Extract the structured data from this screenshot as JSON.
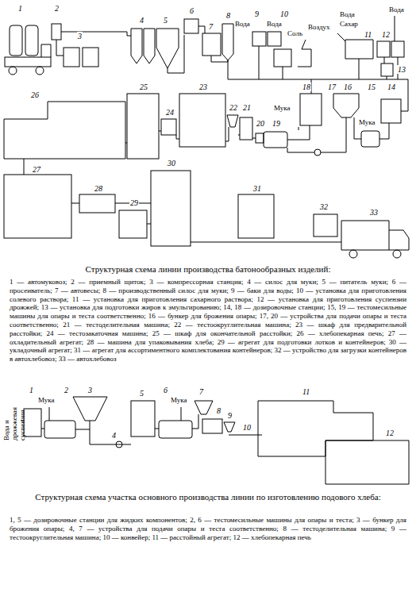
{
  "diagram": {
    "labels": [
      "1",
      "2",
      "3",
      "4",
      "5",
      "6",
      "7",
      "8",
      "Вода",
      "9",
      "Вода",
      "10",
      "Соль",
      "Воздух",
      "Вода",
      "Сахар",
      "11",
      "12",
      "Вода",
      "13",
      "26",
      "25",
      "24",
      "23",
      "22",
      "21",
      "20",
      "19",
      "Мука",
      "18",
      "17",
      "16",
      "15",
      "Мука",
      "14",
      "27",
      "28",
      "29",
      "30",
      "31",
      "32",
      "33",
      "Структурная схема линии производства батонообразных изделий:",
      "1 — автомуковоз; 2 — приемный щиток; 3 — компрессорная станция; 4 — силос для муки; 5 — питатель муки; 6 — просеиватель; 7 — автовесы; 8 — производственный силос для муки; 9 — баки для воды; 10 — установка для приготовления солевого раствора; 11 — установка для приготовления сахарного раствора; 12 — установка для приготовления суспензии дрожжей; 13 — установка для подготовки жиров к эмульгированию; 14, 18 — дозировочные станции; 15, 19 — тестомесильные машины для опары и теста соответственно; 16 — бункер для брожения опары; 17, 20 — устройства для подачи опары и теста соответственно; 21 — тестоделительная машина; 22 — тестоокруглительная машина; 23 — шкаф для предварительной расстойки; 24 — тестозакаточная машина; 25 — шкаф для окончательной расстойки; 26 — хлебопекарная печь; 27 — охладительный агрегат; 28 — машина для упаковывания хлеба; 29 — агрегат для подготовки лотков и контейнеров; 30 — укладочный агрегат; 31 — агрегат для ассортиментного комплектования контейнеров; 32 — устройство для загрузки контейнеров в автохлебовоз; 33 — автохлебовоз",
      "Вода и дрожжевая суспензия",
      "1",
      "Мука",
      "2",
      "3",
      "4",
      "5",
      "6",
      "Мука",
      "7",
      "8",
      "9",
      "10",
      "11",
      "12",
      "Структурная схема участка основного производства линии по изготовлению подового хлеба:",
      "1, 5 — дозировочные станции для жидких компонентов; 2, 6 — тестомесильные машины для опары и теста; 3 — бункер для брожения опары; 4, 7 — устройства для подачи опары и теста соответственно; 8 — тестоделительная машина; 9 — тестоокруглительная машина; 10 — конвейер; 11 — расстойный агрегат; 12 — хлебопекарная печь"
    ]
  }
}
